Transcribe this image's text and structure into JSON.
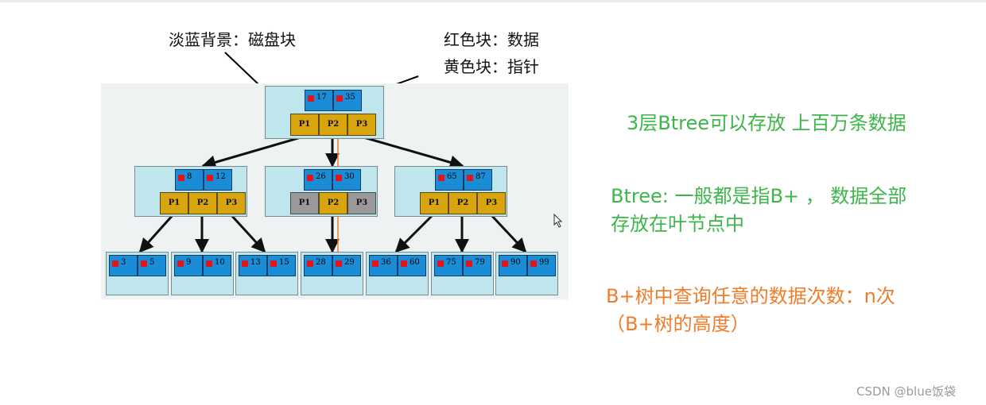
{
  "legend": {
    "background": "淡蓝背景：磁盘块",
    "red": "红色块：数据",
    "yellow": "黄色块：指针"
  },
  "notes": {
    "capacity": "3层Btree可以存放 上百万条数据",
    "btree_line1": "Btree: 一般都是指B+ ， 数据全部",
    "btree_line2": "存放在叶节点中",
    "query_line1": "B+树中查询任意的数据次数：n次",
    "query_line2": "（B+树的高度）"
  },
  "tree": {
    "root": {
      "keys": [
        "17",
        "35"
      ],
      "pointers": [
        "P1",
        "P2",
        "P3"
      ]
    },
    "level2": [
      {
        "keys": [
          "8",
          "12"
        ],
        "pointers": [
          "P1",
          "P2",
          "P3"
        ]
      },
      {
        "keys": [
          "26",
          "30"
        ],
        "pointers": [
          "P1",
          "P2",
          "P3"
        ]
      },
      {
        "keys": [
          "65",
          "87"
        ],
        "pointers": [
          "P1",
          "P2",
          "P3"
        ]
      }
    ],
    "leaves": [
      {
        "keys": [
          "3",
          "5"
        ]
      },
      {
        "keys": [
          "9",
          "10"
        ]
      },
      {
        "keys": [
          "13",
          "15"
        ]
      },
      {
        "keys": [
          "28",
          "29"
        ]
      },
      {
        "keys": [
          "36",
          "60"
        ]
      },
      {
        "keys": [
          "75",
          "79"
        ]
      },
      {
        "keys": [
          "90",
          "99"
        ]
      }
    ]
  },
  "colors": {
    "disk_block": "#bfe6ed",
    "key_cell": "#1b8dd6",
    "data_marker": "#e3151c",
    "pointer_cell": "#d9a50e",
    "pointer_unused": "#999999",
    "note_green": "#3db54a",
    "note_orange": "#f07c2a"
  },
  "watermark": "CSDN @blue饭袋"
}
